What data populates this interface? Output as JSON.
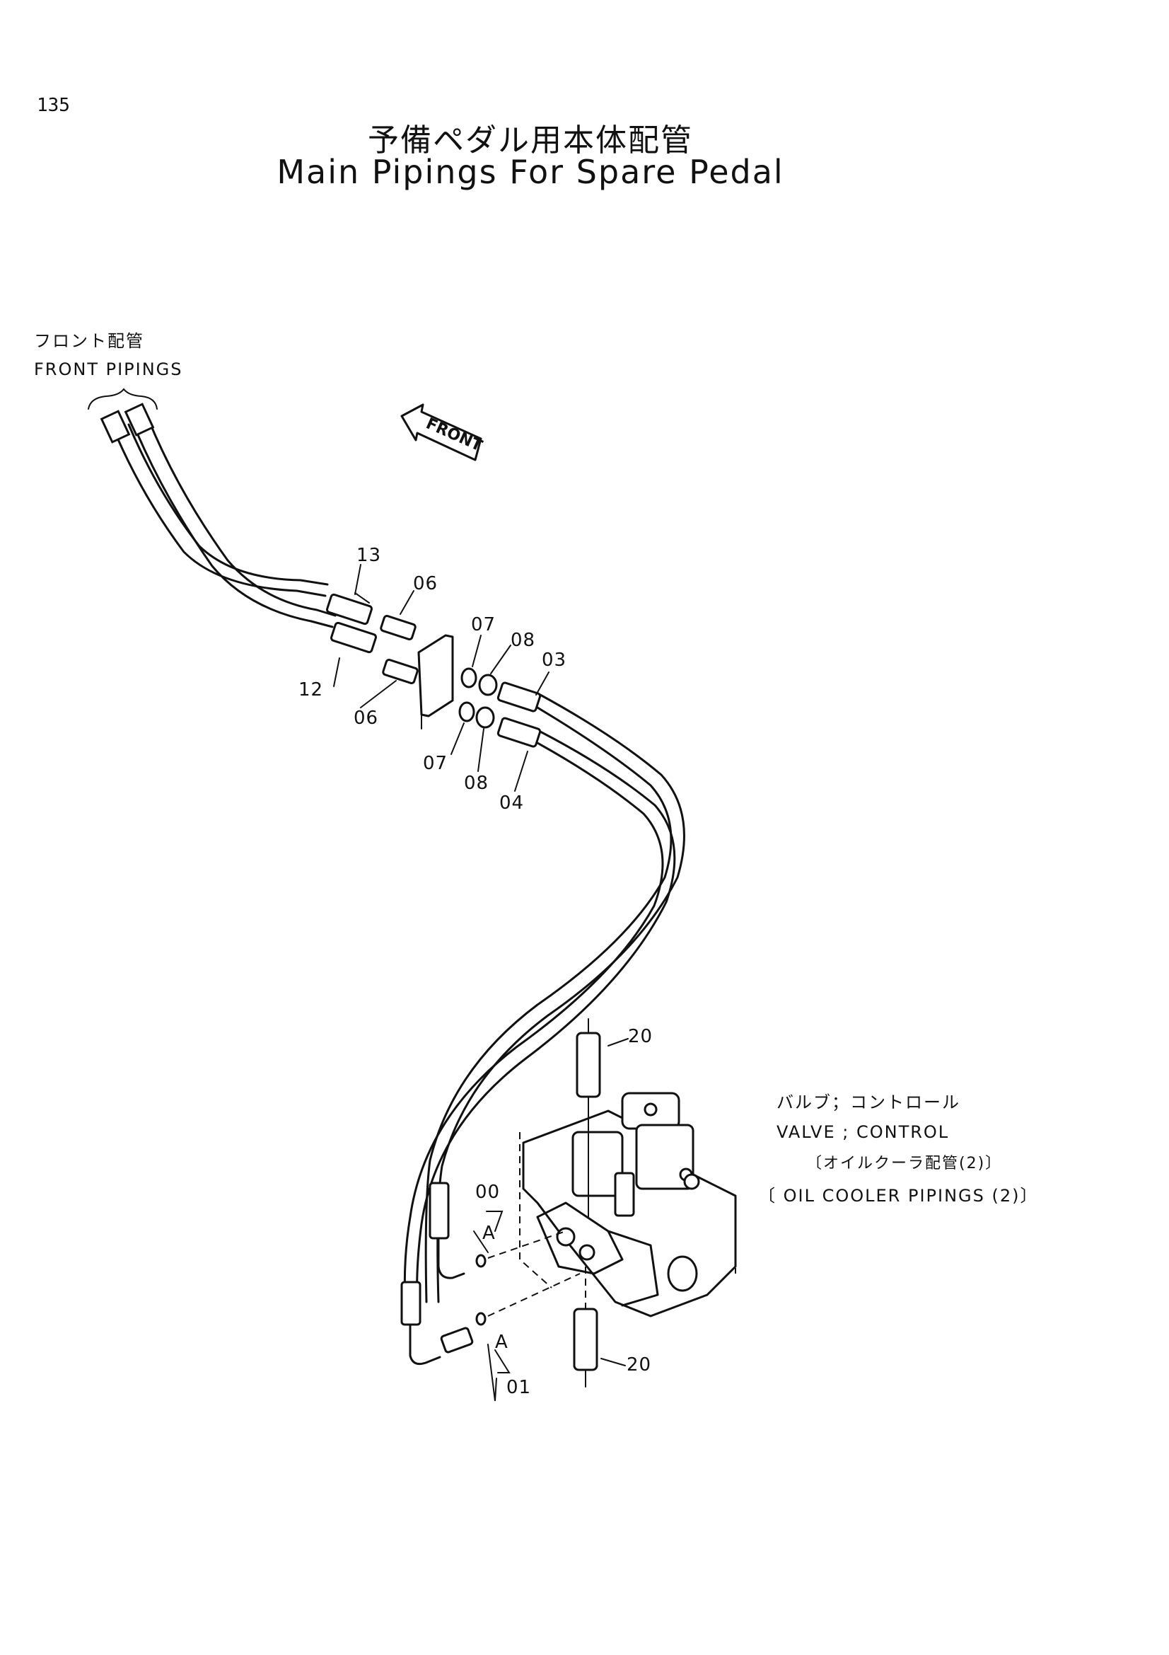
{
  "page_number": "135",
  "title": {
    "japanese": "予備ペダル用本体配管",
    "english": "Main Pipings For Spare Pedal"
  },
  "labels": {
    "front_pipings_ja": "フロント配管",
    "front_pipings_en": "FRONT PIPINGS",
    "front_arrow": "FRONT",
    "valve_ja": "バルブ；コントロール",
    "valve_en": "VALVE ; CONTROL",
    "oil_cooler_ja": "〔オイルクーラ配管(2)〕",
    "oil_cooler_en": "〔 OIL COOLER PIPINGS (2)〕"
  },
  "part_numbers": {
    "p13": "13",
    "p12": "12",
    "p06_top": "06",
    "p06_bottom": "06",
    "p07_top": "07",
    "p07_bottom": "07",
    "p08_top": "08",
    "p08_bottom": "08",
    "p03": "03",
    "p04": "04",
    "p20_top": "20",
    "p20_bottom": "20",
    "p00": "00",
    "pA_top": "A",
    "pA_bottom": "A",
    "p01": "01"
  }
}
